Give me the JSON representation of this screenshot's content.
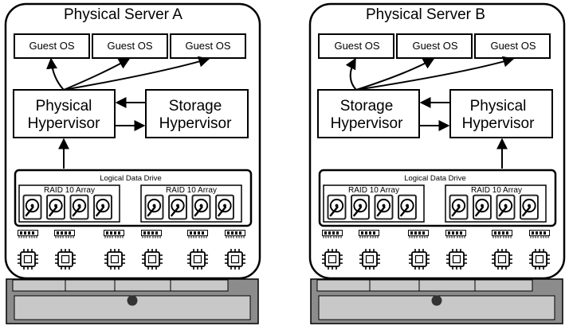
{
  "servers": [
    {
      "title": "Physical Server A",
      "guest_os": [
        "Guest OS",
        "Guest OS",
        "Guest OS"
      ],
      "left_hypervisor": "Physical Hypervisor",
      "right_hypervisor": "Storage Hypervisor",
      "logical_drive": "Logical Data Drive",
      "raid_arrays": [
        "RAID 10 Array",
        "RAID 10 Array"
      ]
    },
    {
      "title": "Physical Server B",
      "guest_os": [
        "Guest OS",
        "Guest OS",
        "Guest OS"
      ],
      "left_hypervisor": "Storage Hypervisor",
      "right_hypervisor": "Physical Hypervisor",
      "logical_drive": "Logical Data Drive",
      "raid_arrays": [
        "RAID 10 Array",
        "RAID 10 Array"
      ]
    }
  ],
  "icons": {
    "disk": "hard-disk-icon",
    "memory": "memory-module-icon",
    "cpu": "cpu-chip-icon",
    "chassis": "server-chassis-icon"
  },
  "colors": {
    "stroke": "#000000",
    "fill": "#ffffff",
    "disk_bg": "#3a3a3a",
    "chassis": "#8c8c8c",
    "chassis_bay": "#c8c8c8"
  }
}
